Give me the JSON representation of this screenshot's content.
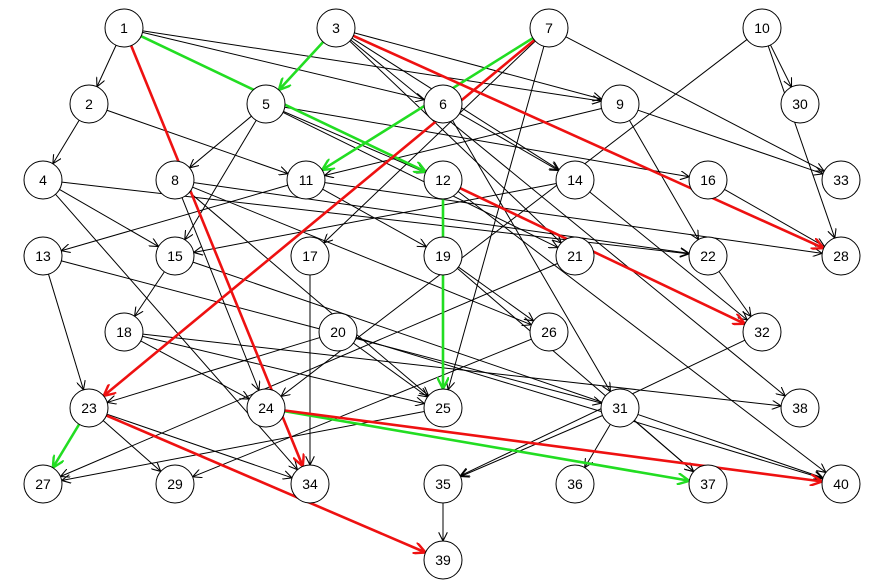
{
  "colors": {
    "normal": "#000000",
    "green": "#22dd22",
    "red": "#ee1111"
  },
  "nodes": [
    "1",
    "2",
    "3",
    "4",
    "5",
    "6",
    "7",
    "8",
    "9",
    "10",
    "11",
    "12",
    "13",
    "14",
    "15",
    "16",
    "17",
    "18",
    "19",
    "20",
    "21",
    "22",
    "23",
    "24",
    "25",
    "26",
    "27",
    "28",
    "29",
    "30",
    "31",
    "32",
    "33",
    "34",
    "35",
    "36",
    "37",
    "38",
    "39",
    "40"
  ],
  "edges": [
    {
      "from": "1",
      "to": "2",
      "style": "normal"
    },
    {
      "from": "1",
      "to": "6",
      "style": "normal"
    },
    {
      "from": "1",
      "to": "9",
      "style": "normal"
    },
    {
      "from": "1",
      "to": "12",
      "style": "green"
    },
    {
      "from": "1",
      "to": "34",
      "style": "red"
    },
    {
      "from": "2",
      "to": "4",
      "style": "normal"
    },
    {
      "from": "2",
      "to": "11",
      "style": "normal"
    },
    {
      "from": "3",
      "to": "5",
      "style": "green"
    },
    {
      "from": "3",
      "to": "9",
      "style": "normal"
    },
    {
      "from": "3",
      "to": "14",
      "style": "normal"
    },
    {
      "from": "3",
      "to": "21",
      "style": "normal"
    },
    {
      "from": "3",
      "to": "38",
      "style": "normal"
    },
    {
      "from": "3",
      "to": "28",
      "style": "red"
    },
    {
      "from": "4",
      "to": "15",
      "style": "normal"
    },
    {
      "from": "4",
      "to": "22",
      "style": "normal"
    },
    {
      "from": "4",
      "to": "34",
      "style": "normal"
    },
    {
      "from": "5",
      "to": "8",
      "style": "normal"
    },
    {
      "from": "5",
      "to": "15",
      "style": "normal"
    },
    {
      "from": "5",
      "to": "16",
      "style": "normal"
    },
    {
      "from": "5",
      "to": "21",
      "style": "normal"
    },
    {
      "from": "5",
      "to": "12",
      "style": "normal"
    },
    {
      "from": "6",
      "to": "14",
      "style": "normal"
    },
    {
      "from": "6",
      "to": "31",
      "style": "normal"
    },
    {
      "from": "7",
      "to": "11",
      "style": "green"
    },
    {
      "from": "7",
      "to": "17",
      "style": "normal"
    },
    {
      "from": "7",
      "to": "25",
      "style": "normal"
    },
    {
      "from": "7",
      "to": "33",
      "style": "normal"
    },
    {
      "from": "7",
      "to": "23",
      "style": "red"
    },
    {
      "from": "8",
      "to": "22",
      "style": "normal"
    },
    {
      "from": "8",
      "to": "24",
      "style": "normal"
    },
    {
      "from": "8",
      "to": "25",
      "style": "normal"
    },
    {
      "from": "8",
      "to": "26",
      "style": "normal"
    },
    {
      "from": "9",
      "to": "11",
      "style": "normal"
    },
    {
      "from": "9",
      "to": "22",
      "style": "normal"
    },
    {
      "from": "9",
      "to": "33",
      "style": "normal"
    },
    {
      "from": "10",
      "to": "30",
      "style": "normal"
    },
    {
      "from": "10",
      "to": "28",
      "style": "normal"
    },
    {
      "from": "10",
      "to": "24",
      "style": "normal"
    },
    {
      "from": "11",
      "to": "13",
      "style": "normal"
    },
    {
      "from": "11",
      "to": "19",
      "style": "normal"
    },
    {
      "from": "11",
      "to": "28",
      "style": "normal"
    },
    {
      "from": "12",
      "to": "25",
      "style": "green"
    },
    {
      "from": "12",
      "to": "32",
      "style": "red"
    },
    {
      "from": "12",
      "to": "40",
      "style": "normal"
    },
    {
      "from": "13",
      "to": "23",
      "style": "normal"
    },
    {
      "from": "13",
      "to": "31",
      "style": "normal"
    },
    {
      "from": "14",
      "to": "15",
      "style": "normal"
    },
    {
      "from": "14",
      "to": "32",
      "style": "normal"
    },
    {
      "from": "15",
      "to": "18",
      "style": "normal"
    },
    {
      "from": "15",
      "to": "40",
      "style": "normal"
    },
    {
      "from": "16",
      "to": "28",
      "style": "normal"
    },
    {
      "from": "17",
      "to": "34",
      "style": "normal"
    },
    {
      "from": "18",
      "to": "24",
      "style": "normal"
    },
    {
      "from": "18",
      "to": "25",
      "style": "normal"
    },
    {
      "from": "18",
      "to": "38",
      "style": "normal"
    },
    {
      "from": "19",
      "to": "26",
      "style": "normal"
    },
    {
      "from": "19",
      "to": "37",
      "style": "normal"
    },
    {
      "from": "20",
      "to": "23",
      "style": "normal"
    },
    {
      "from": "20",
      "to": "25",
      "style": "normal"
    },
    {
      "from": "20",
      "to": "40",
      "style": "normal"
    },
    {
      "from": "21",
      "to": "27",
      "style": "normal"
    },
    {
      "from": "22",
      "to": "32",
      "style": "normal"
    },
    {
      "from": "23",
      "to": "27",
      "style": "green"
    },
    {
      "from": "23",
      "to": "29",
      "style": "normal"
    },
    {
      "from": "23",
      "to": "34",
      "style": "normal"
    },
    {
      "from": "23",
      "to": "39",
      "style": "red"
    },
    {
      "from": "24",
      "to": "37",
      "style": "green"
    },
    {
      "from": "24",
      "to": "40",
      "style": "red"
    },
    {
      "from": "25",
      "to": "27",
      "style": "normal"
    },
    {
      "from": "26",
      "to": "29",
      "style": "normal"
    },
    {
      "from": "31",
      "to": "35",
      "style": "normal"
    },
    {
      "from": "31",
      "to": "36",
      "style": "normal"
    },
    {
      "from": "31",
      "to": "37",
      "style": "normal"
    },
    {
      "from": "32",
      "to": "35",
      "style": "normal"
    },
    {
      "from": "35",
      "to": "39",
      "style": "normal"
    }
  ]
}
